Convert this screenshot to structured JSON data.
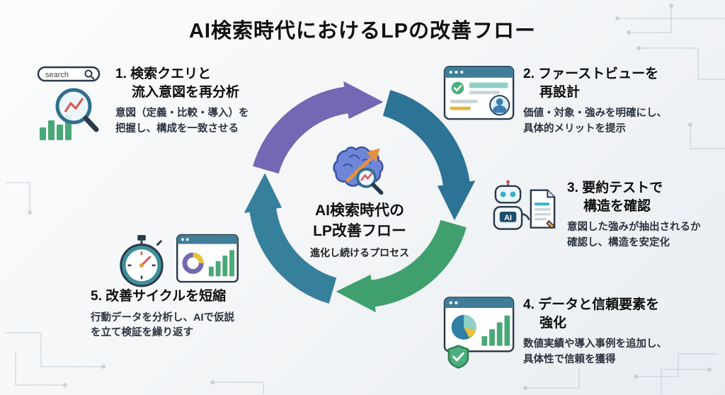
{
  "title": "AI検索時代におけるLPの改善フロー",
  "center": {
    "line1": "AI検索時代の",
    "line2": "LP改善フロー",
    "subtitle": "進化し続けるプロセス"
  },
  "steps": [
    {
      "title1": "1. 検索クエリと",
      "title2": "流入意図を再分析",
      "desc1": "意図（定義・比較・導入）を",
      "desc2": "把握し、構成を一致させる"
    },
    {
      "title1": "2. ファーストビューを",
      "title2": "再設計",
      "desc1": "価値・対象・強みを明確にし、",
      "desc2": "具体的メリットを提示"
    },
    {
      "title1": "3. 要約テストで",
      "title2": "構造を確認",
      "desc1": "意図した強みが抽出されるか",
      "desc2": "確認し、構造を安定化"
    },
    {
      "title1": "4. データと信頼要素を",
      "title2": "強化",
      "desc1": "数値実績や導入事例を追加し、",
      "desc2": "具体性で信頼を獲得"
    },
    {
      "title1": "5. 改善サイクルを短縮",
      "desc1": "行動データを分析し、AIで仮説",
      "desc2": "を立て検証を繰り返す"
    }
  ],
  "icons": {
    "search_label": "search",
    "robot_label": "AI"
  },
  "flow": {
    "arrow_top": "#7468b4",
    "arrow_right": "#2d7396",
    "arrow_bottom": "#3fa06d",
    "arrow_left": "#37809c",
    "accent_orange": "#e8913a",
    "accent_green": "#49a876",
    "accent_teal": "#3f7d99"
  }
}
